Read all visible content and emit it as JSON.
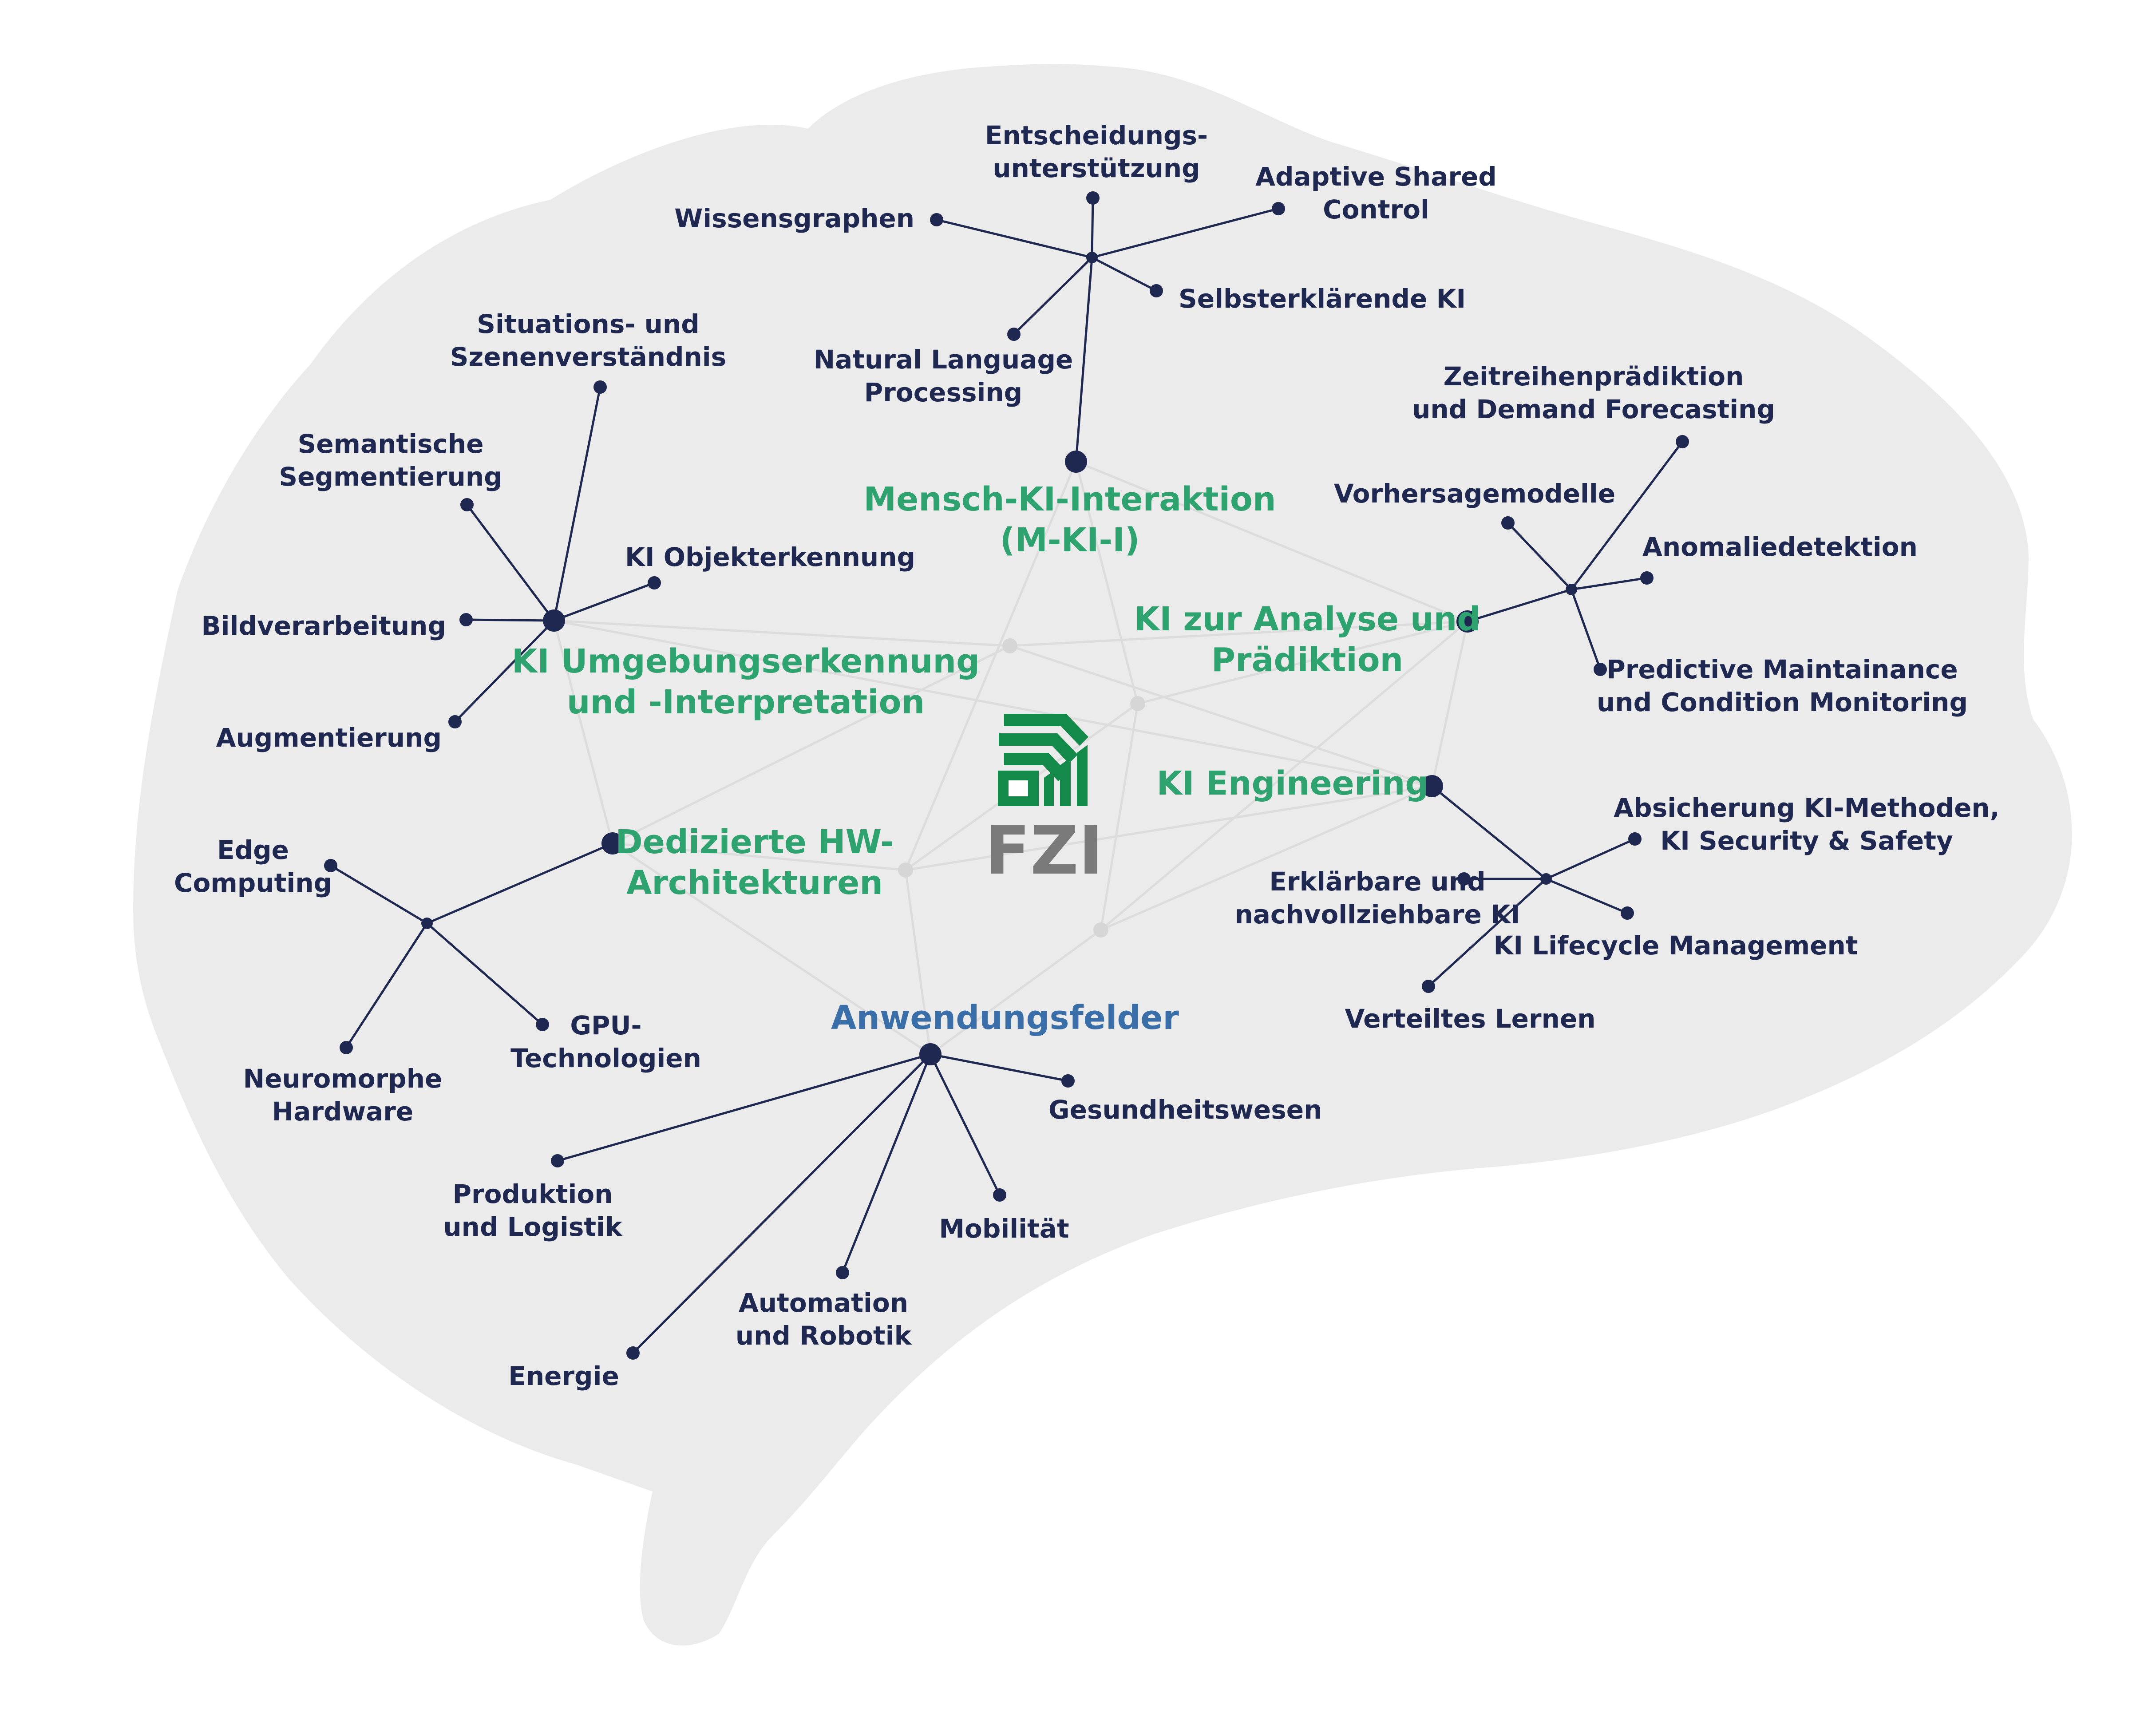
{
  "colors": {
    "background": "#ffffff",
    "brain_fill": "#ecebeb",
    "line_dark": "#1f2850",
    "line_light": "#dcdcdc",
    "dot_light": "#d6d6d6",
    "node": "#1f2850",
    "hub_green": "#2fa36f",
    "hub_blue": "#3a6ea8",
    "leaf_text": "#1f2850",
    "logo_green": "#148a4a",
    "logo_grey": "#7a7a7a"
  },
  "logo": {
    "text": "FZI",
    "icon": "fzi-logo-icon"
  },
  "hubs": [
    {
      "id": "mki",
      "lines": [
        "Mensch-KI-Interaktion",
        "(M-KI-I)"
      ],
      "color": "green",
      "leaves": [
        {
          "lines": [
            "Entscheidungs-",
            "unterstützung"
          ]
        },
        {
          "lines": [
            "Adaptive Shared",
            "Control"
          ]
        },
        {
          "lines": [
            "Wissensgraphen"
          ]
        },
        {
          "lines": [
            "Selbsterklärende KI"
          ]
        },
        {
          "lines": [
            "Natural Language",
            "Processing"
          ]
        }
      ]
    },
    {
      "id": "ume",
      "lines": [
        "KI Umgebungserkennung",
        "und -Interpretation"
      ],
      "color": "green",
      "leaves": [
        {
          "lines": [
            "Situations- und",
            "Szenenverständnis"
          ]
        },
        {
          "lines": [
            "Semantische",
            "Segmentierung"
          ]
        },
        {
          "lines": [
            "KI Objekterkennung"
          ]
        },
        {
          "lines": [
            "Bildverarbeitung"
          ]
        },
        {
          "lines": [
            "Augmentierung"
          ]
        }
      ]
    },
    {
      "id": "ana",
      "lines": [
        "KI zur Analyse und",
        "Prädiktion"
      ],
      "color": "green",
      "leaves": [
        {
          "lines": [
            "Zeitreihenprädiktion",
            "und Demand Forecasting"
          ]
        },
        {
          "lines": [
            "Vorhersagemodelle"
          ]
        },
        {
          "lines": [
            "Anomaliedetektion"
          ]
        },
        {
          "lines": [
            "Predictive Maintainance",
            "und Condition Monitoring"
          ]
        }
      ]
    },
    {
      "id": "eng",
      "lines": [
        "KI Engineering"
      ],
      "color": "green",
      "leaves": [
        {
          "lines": [
            "Absicherung KI-Methoden,",
            "KI Security & Safety"
          ]
        },
        {
          "lines": [
            "Erklärbare und",
            "nachvollziehbare KI"
          ]
        },
        {
          "lines": [
            "KI Lifecycle Management"
          ]
        },
        {
          "lines": [
            "Verteiltes Lernen"
          ]
        }
      ]
    },
    {
      "id": "hw",
      "lines": [
        "Dedizierte HW-",
        "Architekturen"
      ],
      "color": "green",
      "leaves": [
        {
          "lines": [
            "Edge",
            "Computing"
          ]
        },
        {
          "lines": [
            "Neuromorphe",
            "Hardware"
          ]
        },
        {
          "lines": [
            "GPU-",
            "Technologien"
          ]
        }
      ]
    },
    {
      "id": "anw",
      "lines": [
        "Anwendungsfelder"
      ],
      "color": "blue",
      "leaves": [
        {
          "lines": [
            "Gesundheitswesen"
          ]
        },
        {
          "lines": [
            "Produktion",
            "und Logistik"
          ]
        },
        {
          "lines": [
            "Mobilität"
          ]
        },
        {
          "lines": [
            "Automation",
            "und Robotik"
          ]
        },
        {
          "lines": [
            "Energie"
          ]
        }
      ]
    }
  ]
}
